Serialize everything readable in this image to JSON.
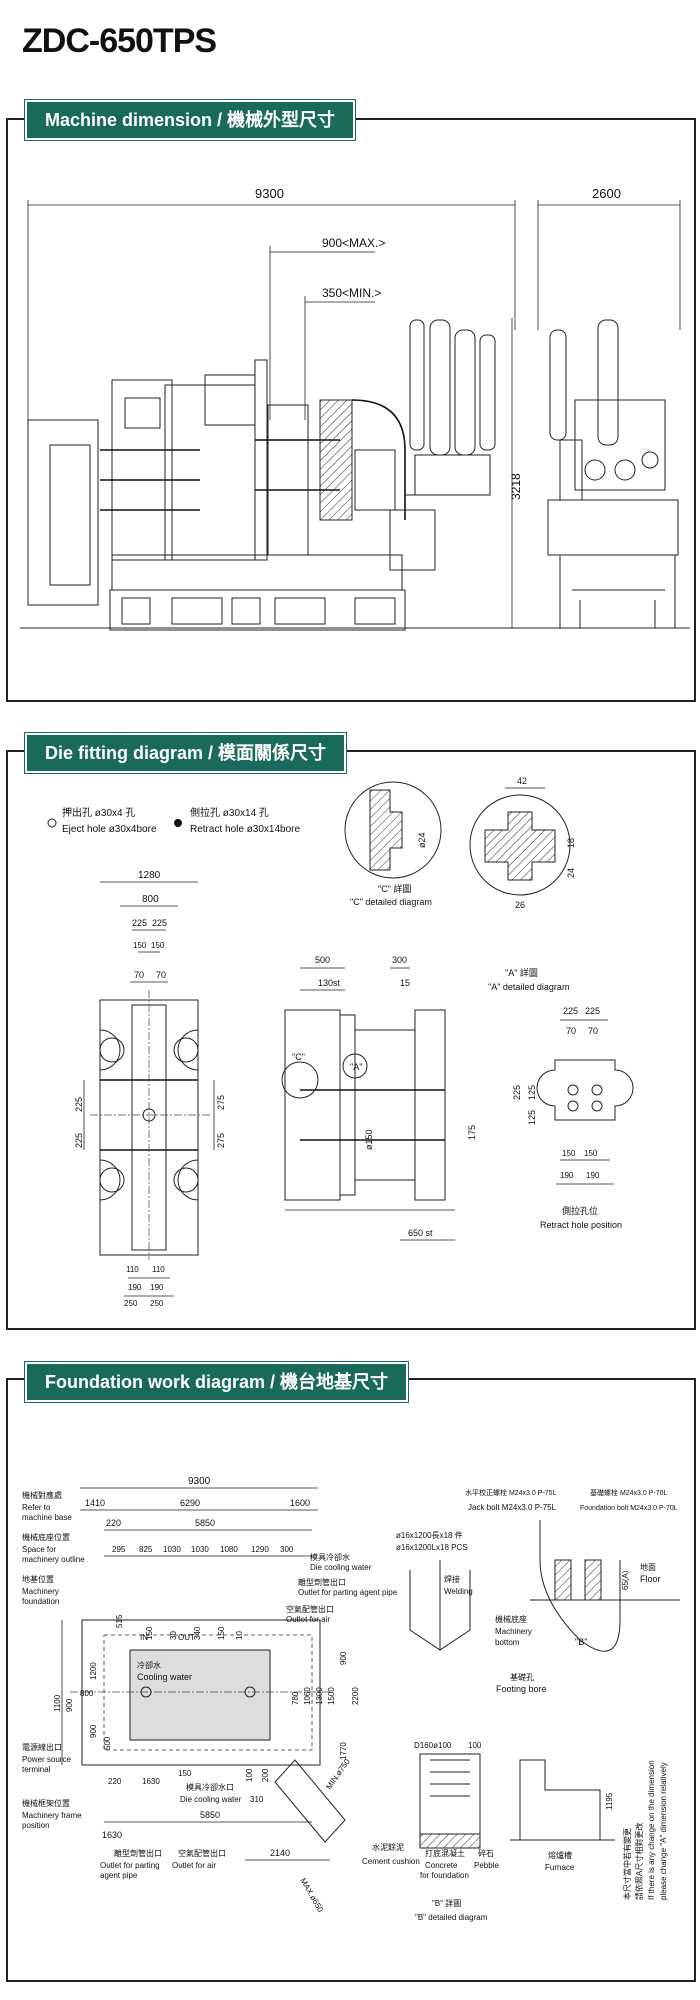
{
  "title": "ZDC-650TPS",
  "sections": {
    "machine": {
      "banner": "Machine dimension / 機械外型尺寸",
      "dims": {
        "length": "9300",
        "width": "2600",
        "max_stroke": "900<MAX.>",
        "min_stroke": "350<MIN.>",
        "height": "3218"
      }
    },
    "die": {
      "banner": "Die fitting diagram / 模面關係尺寸",
      "legend": {
        "eject_cn": "押出孔 ø30x4 孔",
        "eject_en": "Eject hole ø30x4bore",
        "retract_cn": "側拉孔 ø30x14 孔",
        "retract_en": "Retract hole ø30x14bore"
      },
      "platen_dims": {
        "w1280": "1280",
        "w800": "800",
        "w225a": "225",
        "w225b": "225",
        "w150a": "150",
        "w150b": "150",
        "w70a": "70",
        "w70b": "70",
        "v225a": "225",
        "v225b": "225",
        "v275a": "275",
        "v275b": "275",
        "b110a": "110",
        "b110b": "110",
        "b190a": "190",
        "b190b": "190",
        "b250a": "250",
        "b250b": "250"
      },
      "side_dims": {
        "d500": "500",
        "d300": "300",
        "d130st": "130st",
        "d15": "15",
        "label_c": "\"C\"",
        "label_a": "\"A\"",
        "d150": "ø150",
        "d175": "175",
        "d650st": "650 st"
      },
      "c_detail": {
        "cn": "\"C\" 詳圖",
        "en": "\"C\" detailed diagram",
        "d24": "ø24"
      },
      "a_detail": {
        "cn": "\"A\" 詳圖",
        "en": "\"A\" detailed diagram",
        "d42": "42",
        "d18": "18",
        "d24": "24",
        "d26": "26"
      },
      "retract": {
        "cn": "側拉孔位",
        "en": "Retract hole position",
        "d225a": "225",
        "d225b": "225",
        "d70a": "70",
        "d70b": "70",
        "v225": "225",
        "v125a": "125",
        "v125b": "125",
        "d150a": "150",
        "d150b": "150",
        "d190a": "190",
        "d190b": "190"
      }
    },
    "foundation": {
      "banner": "Foundation work diagram / 機台地基尺寸",
      "top_dims": {
        "d9300": "9300",
        "d1410": "1410",
        "d6290": "6290",
        "d1600": "1600",
        "d220": "220",
        "d5850": "5850",
        "s295": "295",
        "s825": "825",
        "s1030a": "1030",
        "s1030b": "1030",
        "s1080": "1080",
        "s1290": "1290",
        "s300": "300"
      },
      "left_labels": {
        "ref_cn": "機械對應處",
        "ref_en1": "Refer to",
        "ref_en2": "machine base",
        "space_cn": "機械底座位置",
        "space_en1": "Space for",
        "space_en2": "machinery outline",
        "found_cn": "地基位置",
        "found_en1": "Machinery",
        "found_en2": "foundation",
        "power_cn": "電源線出口",
        "power_en1": "Power source",
        "power_en2": "terminal",
        "frame_cn": "機械框架位置",
        "frame_en1": "Machinery frame",
        "frame_en2": "position"
      },
      "callouts": {
        "die_cooling_top_cn": "模具冷卻水",
        "die_cooling_top_en": "Die cooling water",
        "parting_top_cn": "離型劑管出口",
        "parting_top_en": "Outlet for parting agent pipe",
        "air_top_cn": "空氣配管出口",
        "air_top_en": "Outlet for air",
        "cooling_cn": "冷卻水",
        "cooling_en": "Cooling water",
        "die_cooling_bot_cn": "模具冷卻水口",
        "die_cooling_bot_en": "Die cooling water",
        "parting_bot_cn": "離型劑管出口",
        "parting_bot_en1": "Outlet for parting",
        "parting_bot_en2": "agent pipe",
        "air_bot_cn": "空氣配管出口",
        "air_bot_en": "Outlet for air",
        "in": "IN",
        "out": "OUT"
      },
      "inner_dims": {
        "d515": "515",
        "d150a": "150",
        "d30": "30",
        "d340": "340",
        "d150b": "150",
        "d10": "10",
        "v900a": "900",
        "v1200": "1200",
        "v900b": "900",
        "v1100": "1100",
        "v800": "800",
        "v500": "500",
        "r780": "780",
        "r1060": "1060",
        "r1300": "1300",
        "r1500": "1500",
        "r900": "900",
        "r2200": "2200",
        "r1770": "1770",
        "b220": "220",
        "b1630": "1630",
        "b150": "150",
        "b100": "100",
        "b200": "200",
        "b310": "310",
        "b5850": "5850",
        "b1630b": "1630",
        "b2140": "2140",
        "min_dia": "MIN.ø750",
        "max_dia": "MAX.ø650"
      },
      "bolt": {
        "leveling_cn": "水平校正螺栓 M24x3.0 P-75L",
        "leveling_en": "Jack bolt M24x3.0 P-75L",
        "found_cn": "基礎螺栓 M24x3.0 P-70L",
        "found_en": "Foundation bolt M24x3.0 P-70L"
      },
      "rebar": {
        "r1": "ø16x1200長x18 件",
        "r2": "ø16x1200Lx18 PCS",
        "weld_cn": "焊接",
        "weld_en": "Welding"
      },
      "floor": {
        "cn": "地面",
        "en": "Floor",
        "d65": "65(A)",
        "bottom_cn": "機械底座",
        "bottom_en1": "Machinery",
        "bottom_en2": "bottom",
        "b_label": "\"B\"",
        "bore_cn": "基礎孔",
        "bore_en": "Footing bore"
      },
      "b_detail": {
        "d160": "D160ø100",
        "d100": "100",
        "d1195": "1195",
        "cement_cn": "水泥餘泥",
        "cement_en": "Cement cushion",
        "concrete_cn": "打底混凝土",
        "concrete_en1": "Concrete",
        "concrete_en2": "for foundation",
        "pebble_cn": "碎石",
        "pebble_en": "Pebble",
        "furnace_cn": "熔爐槽",
        "furnace_en": "Furnace",
        "title_cn": "\"B\" 詳圖",
        "title_en": "\"B\" detailed diagram"
      },
      "note": {
        "cn1": "本尺寸當中若有變更",
        "cn2": "請依照A尺寸相對更改",
        "en1": "If there is any change on the dimension",
        "en2": "please change \"A\" dimension relatively"
      }
    }
  }
}
